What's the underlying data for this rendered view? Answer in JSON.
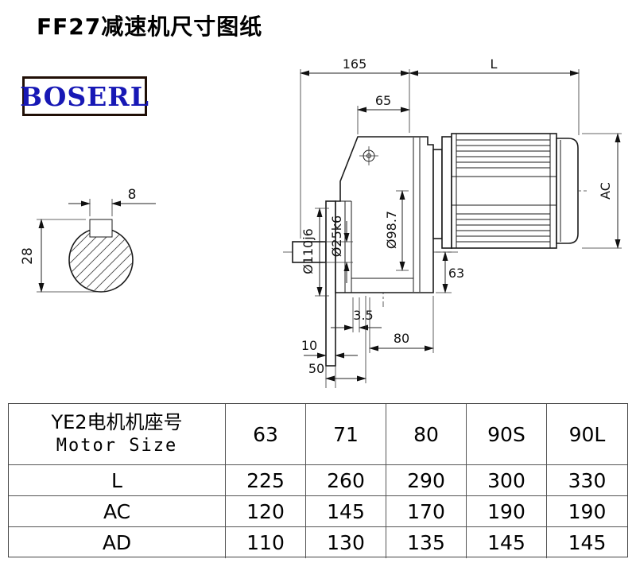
{
  "page": {
    "title": "FF27减速机尺寸图纸",
    "logo_text": "BOSERL"
  },
  "drawing": {
    "dims": {
      "d165": "165",
      "dL": "L",
      "d65": "65",
      "dAC": "AC",
      "d8": "8",
      "d28": "28",
      "d110": "Ø110j6",
      "d25": "Ø25k6",
      "d98": "Ø98.7",
      "d63": "63",
      "d35": "3.5",
      "d80": "80",
      "d10": "10",
      "d50": "50"
    }
  },
  "table": {
    "row_header_line1": "YE2电机机座号",
    "row_header_line2": "Motor Size",
    "motor_sizes": [
      "63",
      "71",
      "80",
      "90S",
      "90L"
    ],
    "rows": [
      {
        "label": "L",
        "values": [
          "225",
          "260",
          "290",
          "300",
          "330"
        ]
      },
      {
        "label": "AC",
        "values": [
          "120",
          "145",
          "170",
          "190",
          "190"
        ]
      },
      {
        "label": "AD",
        "values": [
          "110",
          "130",
          "135",
          "145",
          "145"
        ]
      }
    ]
  }
}
